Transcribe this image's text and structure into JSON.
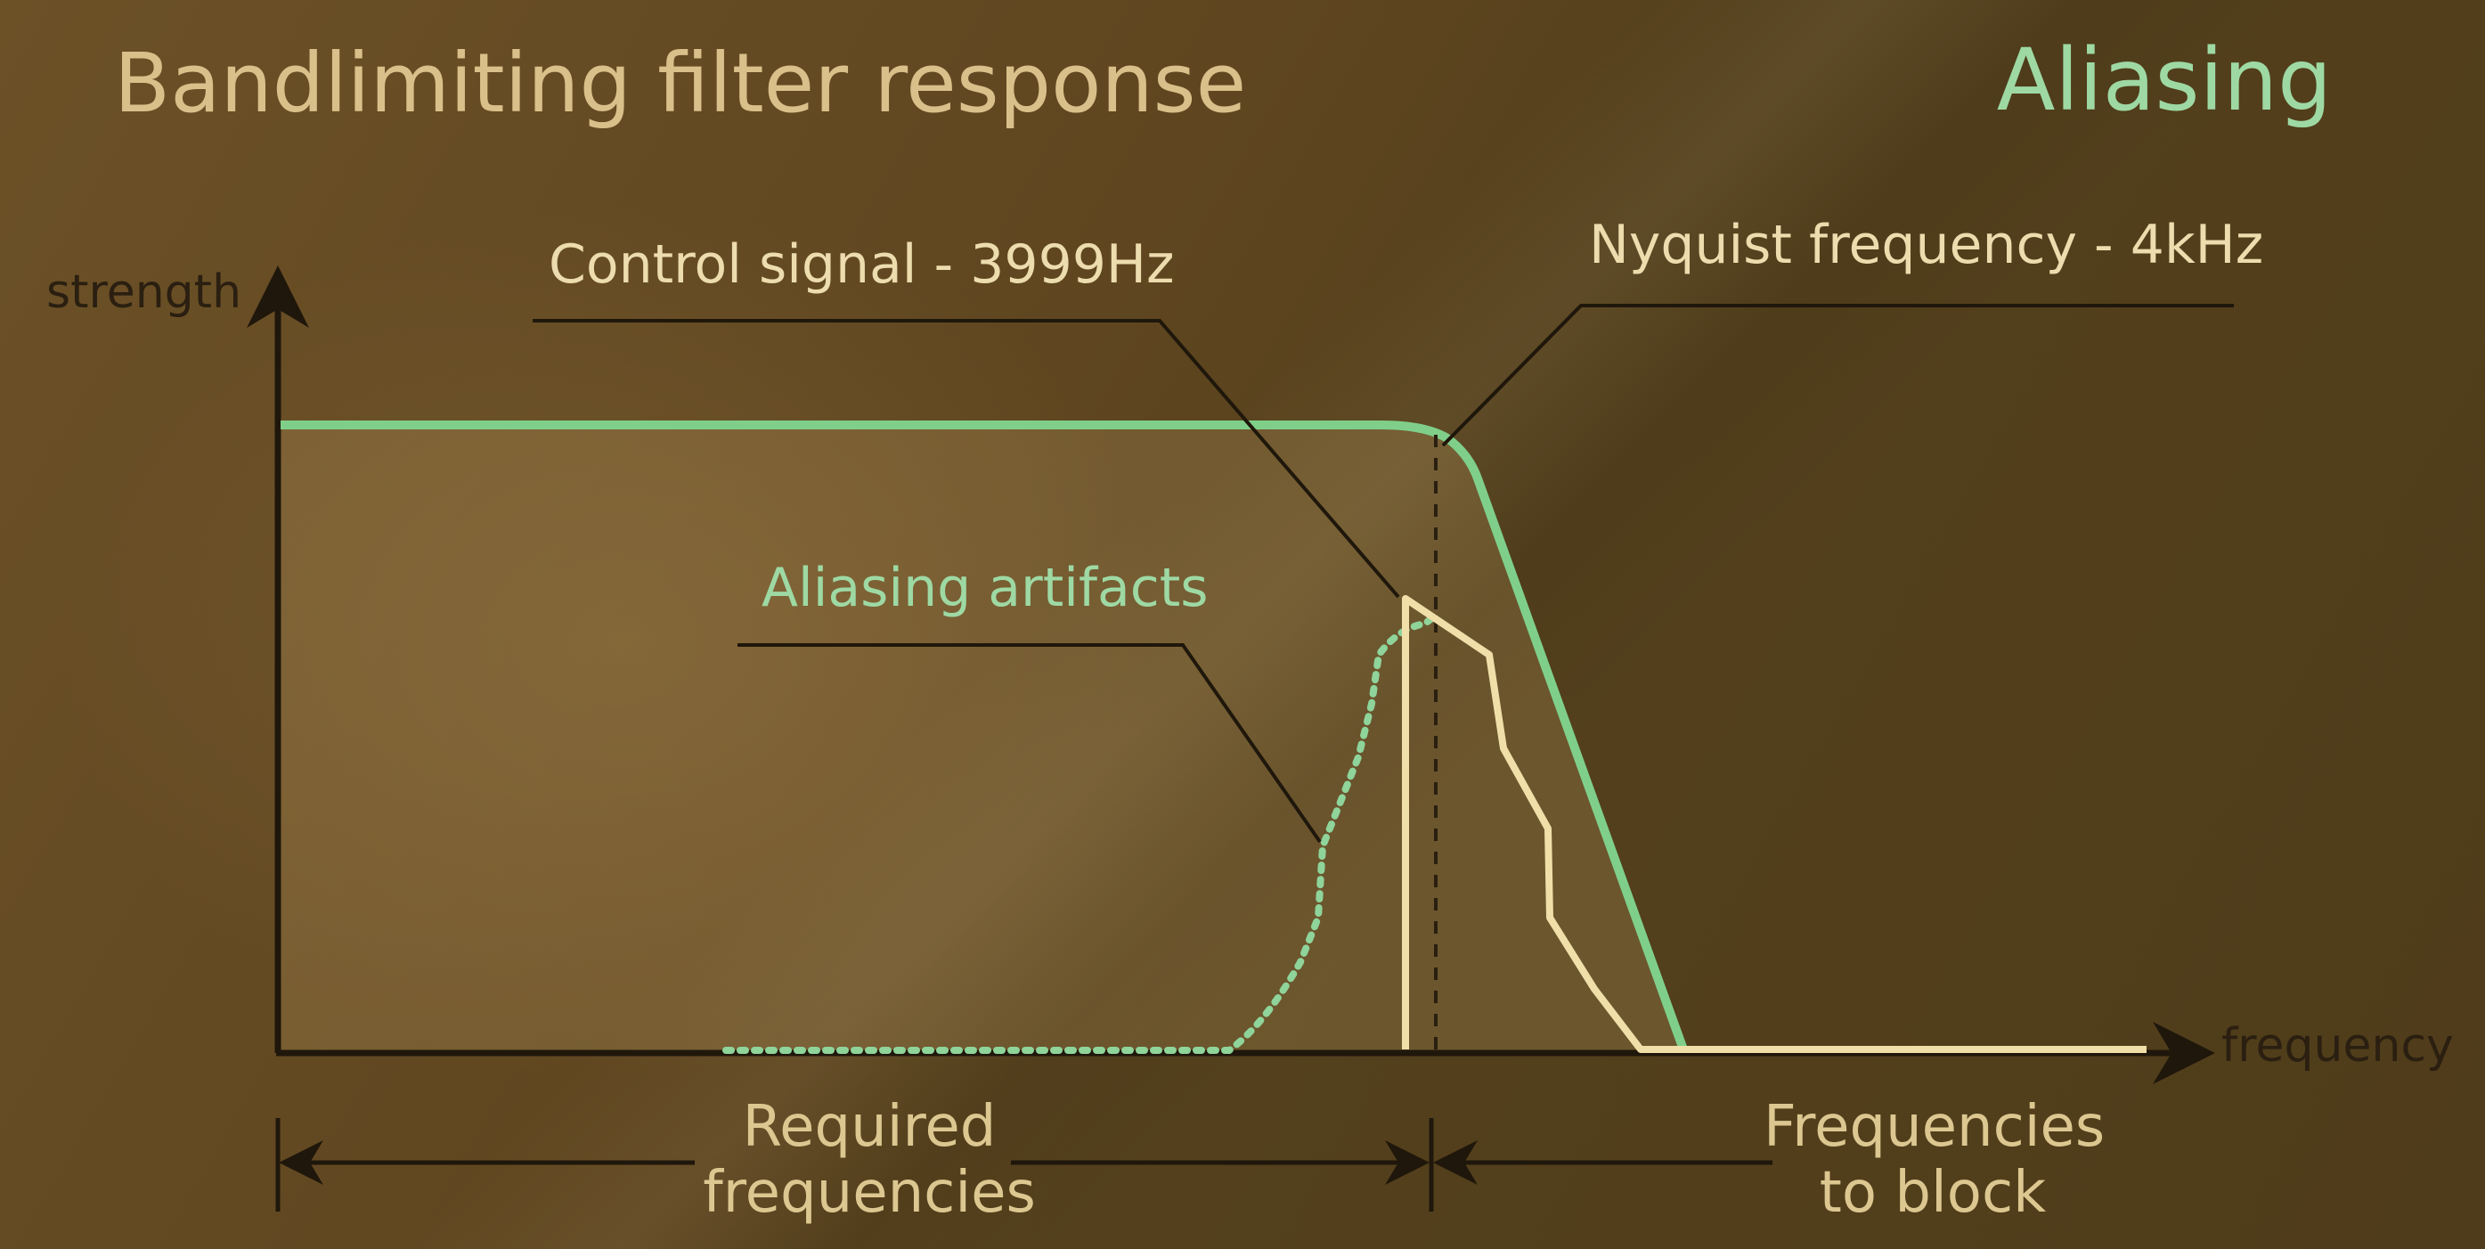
{
  "header": {
    "title": "Bandlimiting filter response",
    "corner_title": "Aliasing"
  },
  "axes": {
    "y_label": "strength",
    "x_label": "frequency"
  },
  "annotations": {
    "control_signal": "Control signal - 3999Hz",
    "nyquist": "Nyquist frequency - 4kHz",
    "aliasing_artifacts": "Aliasing artifacts"
  },
  "regions": {
    "required_line1": "Required",
    "required_line2": "frequencies",
    "block_line1": "Frequencies",
    "block_line2": "to block"
  },
  "colors": {
    "filter_curve": "#7fcf8a",
    "control_signal": "#f0dfa8",
    "axis": "#1f170b",
    "title": "#d9c08a",
    "accent": "#9ed9a4"
  }
}
